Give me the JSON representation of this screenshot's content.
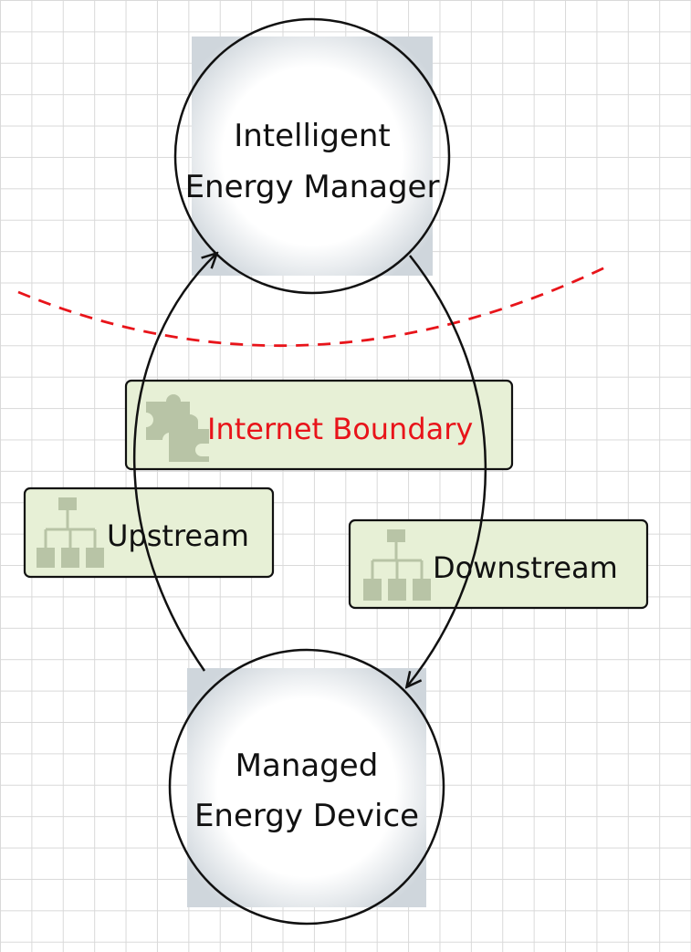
{
  "nodes": {
    "manager": {
      "line1": "Intelligent",
      "line2": "Energy Manager"
    },
    "device": {
      "line1": "Managed",
      "line2": "Energy Device"
    }
  },
  "boundary": {
    "label": "Internet Boundary",
    "color": "#e8141a",
    "icon": "puzzle-icon"
  },
  "flows": {
    "upstream": {
      "label": "Upstream",
      "icon": "network-hierarchy-icon"
    },
    "downstream": {
      "label": "Downstream",
      "icon": "network-hierarchy-icon"
    }
  },
  "colors": {
    "flow_box_fill": "#e7f0d6",
    "node_square_fill": "#cfd6dc",
    "boundary_line": "#e8141a"
  }
}
